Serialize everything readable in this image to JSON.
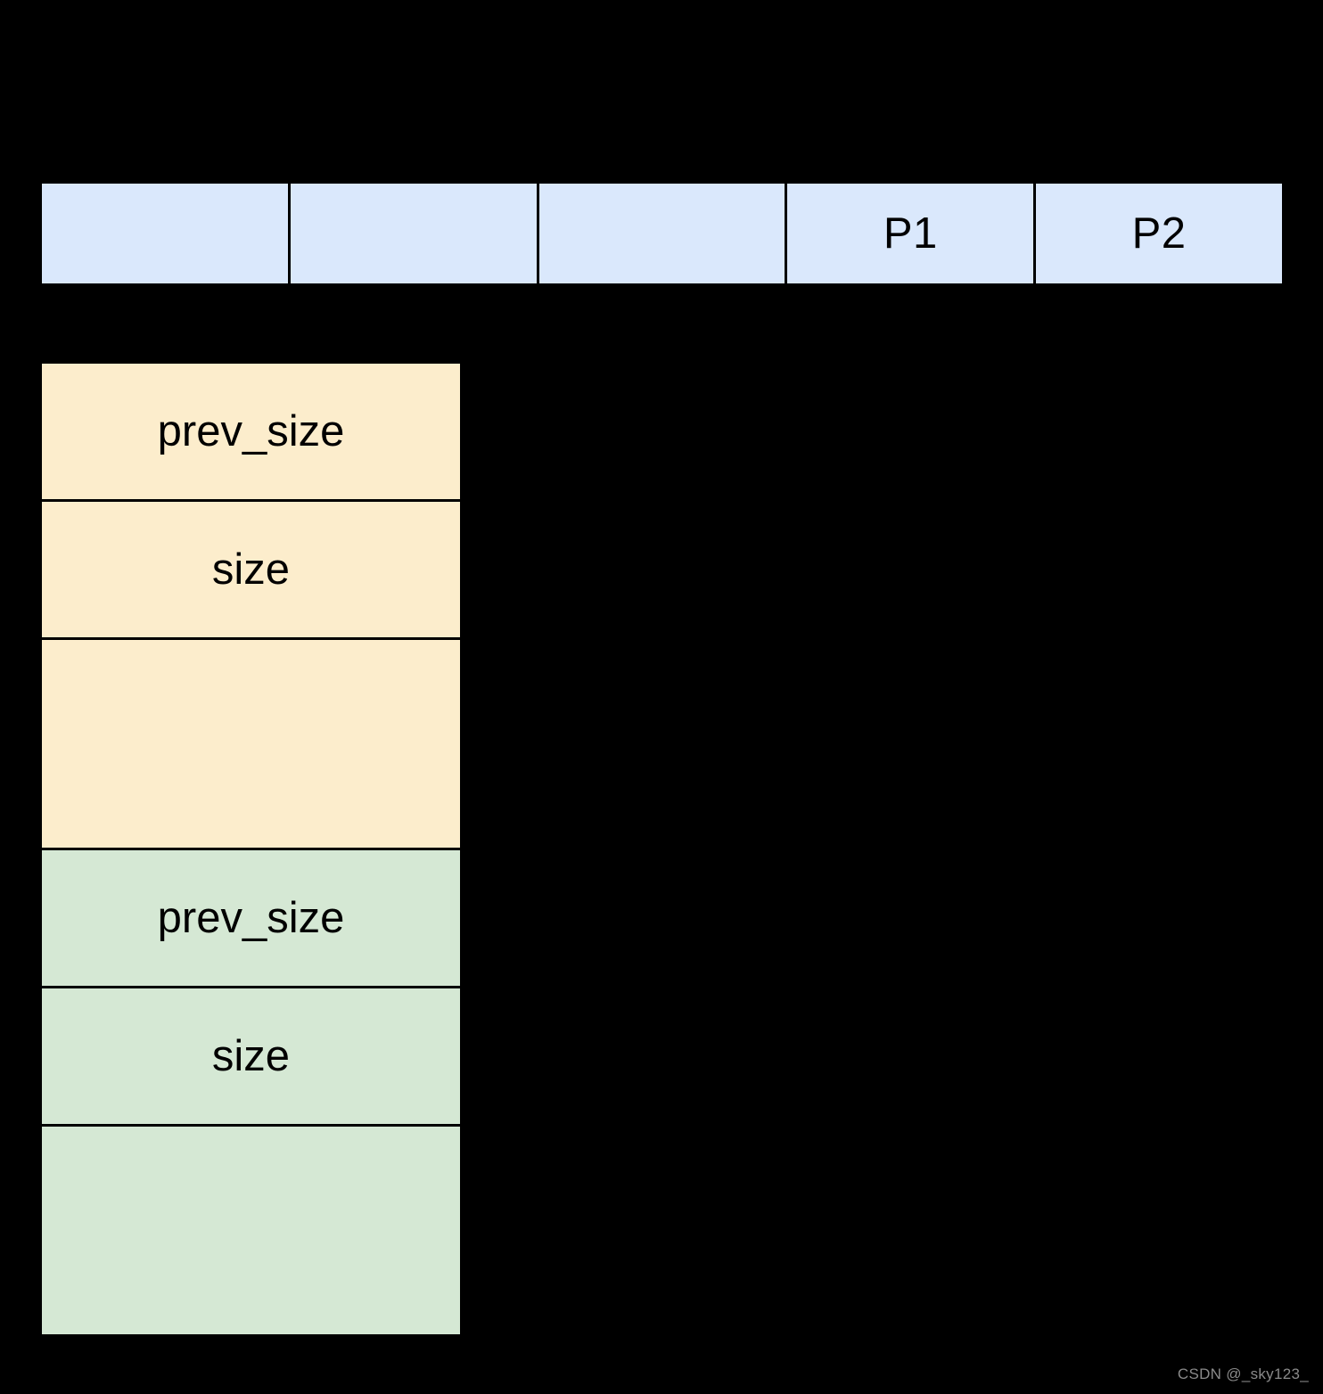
{
  "diagram": {
    "title": "glibc heap chunk layout diagram",
    "colors": {
      "background": "#000000",
      "pointer_row_fill": "#dae8fc",
      "chunk_a_fill": "#fcedcc",
      "chunk_b_fill": "#d5e8d4",
      "stroke": "#000000",
      "text": "#000000",
      "watermark": "#8a8a8a"
    },
    "pointer_row": {
      "name": "pointer-array-row",
      "cells": [
        {
          "label": ""
        },
        {
          "label": ""
        },
        {
          "label": ""
        },
        {
          "label": "P1"
        },
        {
          "label": "P2"
        }
      ]
    },
    "heap_column": {
      "name": "heap-chunk-column",
      "chunks": [
        {
          "name": "chunk-a",
          "fill": "cream",
          "cells": [
            {
              "label": "prev_size",
              "kind": "field"
            },
            {
              "label": "size",
              "kind": "field"
            },
            {
              "label": "",
              "kind": "body"
            }
          ]
        },
        {
          "name": "chunk-b",
          "fill": "green",
          "cells": [
            {
              "label": "prev_size",
              "kind": "field"
            },
            {
              "label": "size",
              "kind": "field"
            },
            {
              "label": "",
              "kind": "body"
            }
          ]
        }
      ]
    },
    "watermark": "CSDN @_sky123_"
  }
}
